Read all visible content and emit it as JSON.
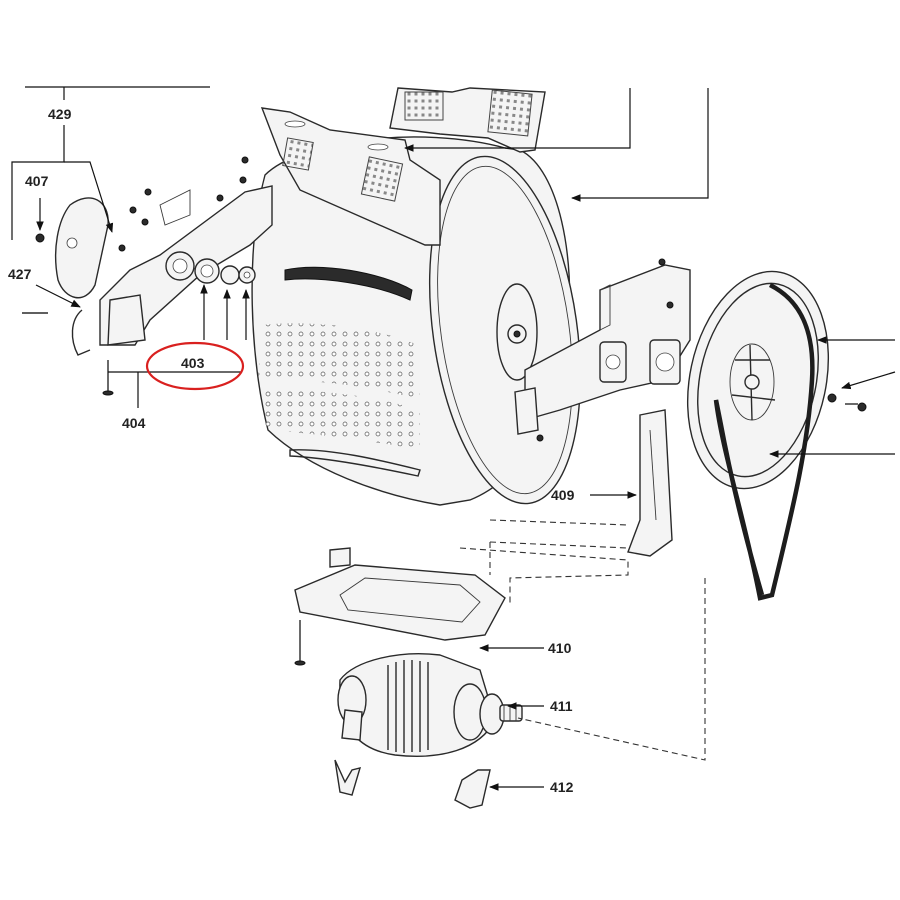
{
  "callouts": {
    "c429": "429",
    "c407": "407",
    "c427": "427",
    "c403": "403",
    "c404": "404",
    "c409": "409",
    "c410": "410",
    "c411": "411",
    "c412": "412"
  },
  "highlight": {
    "target": "403",
    "color": "#d9201f"
  }
}
